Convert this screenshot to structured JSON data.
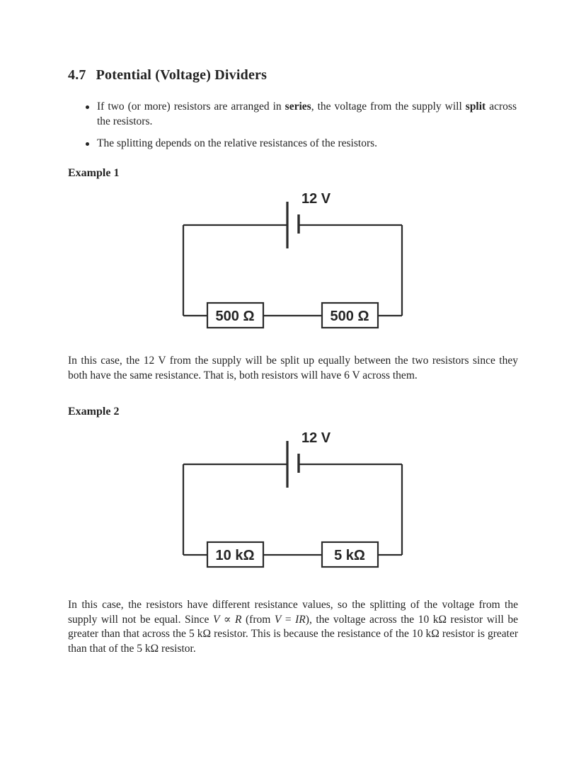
{
  "colors": {
    "background": "#ffffff",
    "text": "#232323",
    "diagram_line": "#2b2b2b"
  },
  "heading": {
    "number": "4.7",
    "title": "Potential (Voltage) Dividers"
  },
  "bullets": [
    {
      "segments": [
        {
          "text": "If two (or more) resistors are arranged in "
        },
        {
          "text": "series",
          "bold": true
        },
        {
          "text": ", the voltage from the supply will "
        },
        {
          "text": "split",
          "bold": true
        },
        {
          "text": " across the resistors."
        }
      ]
    },
    {
      "segments": [
        {
          "text": "The splitting depends on the relative resistances of the resistors."
        }
      ]
    }
  ],
  "example1": {
    "label": "Example 1",
    "circuit": {
      "battery_label": "12 V",
      "resistor_left": "500 Ω",
      "resistor_right": "500 Ω"
    },
    "caption": "In this case, the 12 V from the supply will be split up equally between the two resistors since they both have the same resistance. That is, both resistors will have 6 V across them."
  },
  "example2": {
    "label": "Example 2",
    "circuit": {
      "battery_label": "12 V",
      "resistor_left": "10 kΩ",
      "resistor_right": "5 kΩ"
    },
    "caption_segments": [
      {
        "text": "In this case, the resistors have different resistance values, so the splitting of the voltage from the supply will not be equal. Since "
      },
      {
        "text": "V",
        "italic": true
      },
      {
        "text": " ∝ ",
        "italic": false
      },
      {
        "text": "R",
        "italic": true
      },
      {
        "text": " (from "
      },
      {
        "text": "V",
        "italic": true
      },
      {
        "text": " = "
      },
      {
        "text": "IR",
        "italic": true
      },
      {
        "text": "), the voltage across the 10 kΩ resistor will be greater than that across the 5 kΩ resistor. This is because the resistance of the 10 kΩ resistor is greater than that of the 5 kΩ resistor."
      }
    ]
  }
}
